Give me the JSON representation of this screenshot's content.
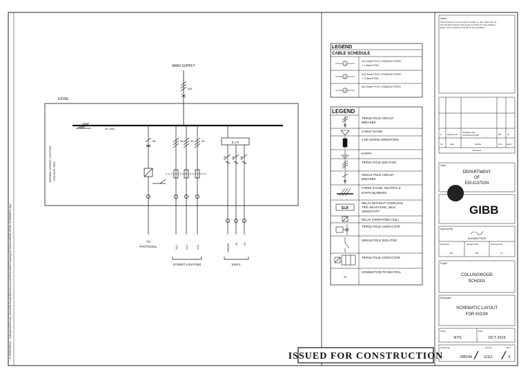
{
  "drawing": {
    "main_supply": "MAIN SUPPLY",
    "main_rating": "40A",
    "kiosk": "KIOSK",
    "vertical_label_1": "NORMAL STREET LIGHTING",
    "vertical_label_2": "COLOUR: RED",
    "busbar_label": "Isc =5kA",
    "outgoing_ratings": [
      "5A",
      "5A",
      "5A",
      "5A"
    ],
    "elr": "E L R",
    "elr_ratings": [
      "20A",
      "20A",
      "20A"
    ],
    "circuit_labels": [
      "TO",
      "PHOTOCELL",
      "XL1",
      "XL2",
      "XL3",
      "SPARE",
      "S1",
      "S2"
    ],
    "group_street": "STREET LIGHTING",
    "group_sso": "SSO's",
    "side_path": "P:\\2019\\J08144 - Collingwood Primary School\\08 Design\\Mechanical and Electrical\\03 Drawings\\01 Electrical\\E111 KIOSK SCHEMATIC.dwg",
    "stamp": "ISSUED FOR CONSTRUCTION"
  },
  "cable_legend": {
    "title": "LEGEND",
    "subtitle": "CABLE SCHEDULE",
    "rows": [
      {
        "num": "1",
        "text1": "2x1.5mm² PVC CONDUCTORS",
        "text2": "+ 1.5mm² EW"
      },
      {
        "num": "2",
        "text1": "2x2.5mm² PVC CONDUCTORS",
        "text2": "+ 2.5mm² EW"
      },
      {
        "num": "3",
        "text1": "3x2.5mm² PVC CONDUCTORS",
        "text2": ""
      }
    ]
  },
  "symbol_legend": {
    "title": "LEGEND",
    "rows": [
      {
        "lines": [
          "TRIPLE POLE CIRCUIT",
          "BREAKER"
        ]
      },
      {
        "lines": [
          "CABLE GLAND"
        ]
      },
      {
        "lines": [
          "4 NO SURGE ARRESTORS"
        ]
      },
      {
        "lines": [
          "EARTH"
        ]
      },
      {
        "lines": [
          "TRIPLE POLE ISOLATOR"
        ]
      },
      {
        "lines": [
          "SINGLE POLE CIRCUIT",
          "BREAKER"
        ]
      },
      {
        "lines": [
          "THREE PHASE, NEUTRAL &",
          "EARTH BUSBARS"
        ]
      },
      {
        "lines": [
          "RELAY WITHOUT OVERLOAD",
          "TRIP, 60A RATING, 30mA",
          "SENSITIVITY"
        ]
      },
      {
        "lines": [
          "RELAY (OPERATING COIL)"
        ]
      },
      {
        "lines": [
          "TRIPLE POLE CONTACTOR"
        ]
      },
      {
        "lines": [
          "SINGLE POLE ISOLATOR"
        ]
      },
      {
        "lines": [
          "TRIPLE POLE CONTACTOR"
        ]
      },
      {
        "lines": [
          "CONNECTION TO NEUTRAL"
        ]
      }
    ],
    "elr_symbol": "ELR",
    "neutral_symbol": "N"
  },
  "title_block": {
    "notes_title": "Notes",
    "notes": [
      "This drawing is not to be used in whole, or part, other than for",
      "the intended purpose and project as defined on this drawing.",
      "Refer to the contract for full terms and conditions."
    ],
    "rev_row": [
      "0",
      "2019.10.26",
      "ISSUED FOR",
      "CONSTRUCTION",
      "MP",
      "LF"
    ],
    "rev_headers": [
      "No",
      "Date",
      "Details",
      "Chd",
      "Appd"
    ],
    "revisions_label": "Revisions",
    "client_label": "Client",
    "client": [
      "DEPARTMENT",
      "OF",
      "EDUCATION"
    ],
    "logo": "GIBB",
    "approved_label": "Approved By",
    "approver": "MOHAMED PEER",
    "drawn_label": "Drawn By",
    "designed_label": "Designed By",
    "reviewed_label": "Reviewed By",
    "drawn": "MM",
    "designed": "MM",
    "reviewed": "LF",
    "project_label": "Project",
    "project": [
      "COLLINGWOOD",
      "SCHOOL"
    ],
    "description_label": "Description",
    "description": [
      "SCHEMATIC LAYOUT",
      "FOR KIOSK"
    ],
    "scale_label": "Scale",
    "scale": "NTS",
    "date_label": "Date",
    "date": "OCT 2019",
    "project_no_label": "Project No",
    "project_no": "J08144",
    "dwg_no_label": "Drg No",
    "dwg_no": "E111",
    "rev_label": "Rev",
    "rev": "0"
  }
}
